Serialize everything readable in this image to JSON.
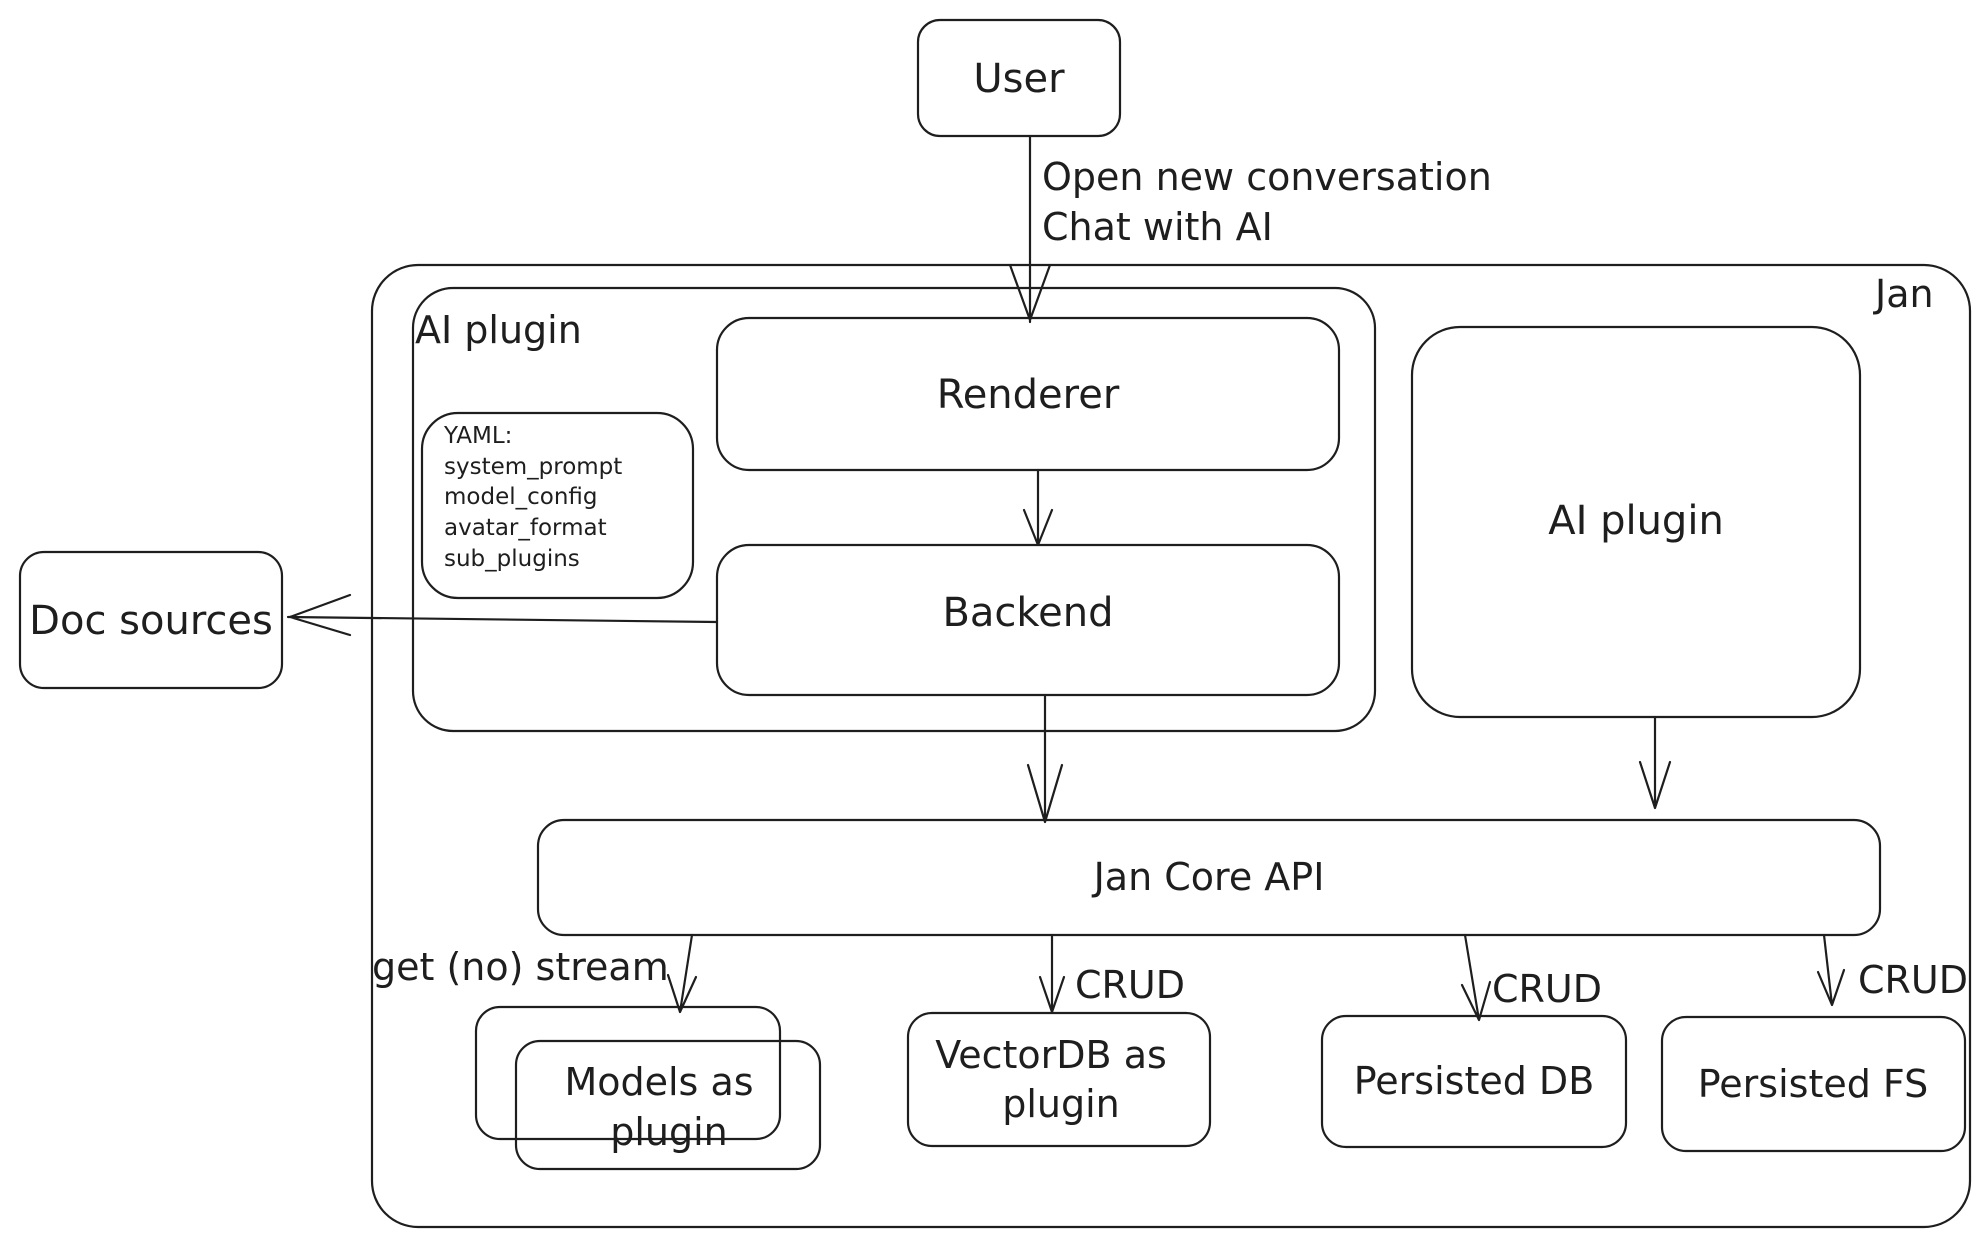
{
  "nodes": {
    "user": "User",
    "jan": "Jan",
    "ai_plugin_group": "AI plugin",
    "yaml": [
      "YAML:",
      "system_prompt",
      "model_config",
      "avatar_format",
      "sub_plugins"
    ],
    "renderer": "Renderer",
    "backend": "Backend",
    "ai_plugin_right": "AI plugin",
    "doc_sources": "Doc sources",
    "jan_core_api": "Jan Core API",
    "models_as_plugin": [
      "Models as",
      "plugin"
    ],
    "vectordb_as_plugin": [
      "VectorDB as",
      "plugin"
    ],
    "persisted_db": "Persisted DB",
    "persisted_fs": "Persisted FS"
  },
  "edges": {
    "user_to_renderer": [
      "Open new conversation",
      "Chat with AI"
    ],
    "core_to_models": "get (no) stream",
    "core_to_vectordb": "CRUD",
    "core_to_db": "CRUD",
    "core_to_fs": "CRUD"
  }
}
